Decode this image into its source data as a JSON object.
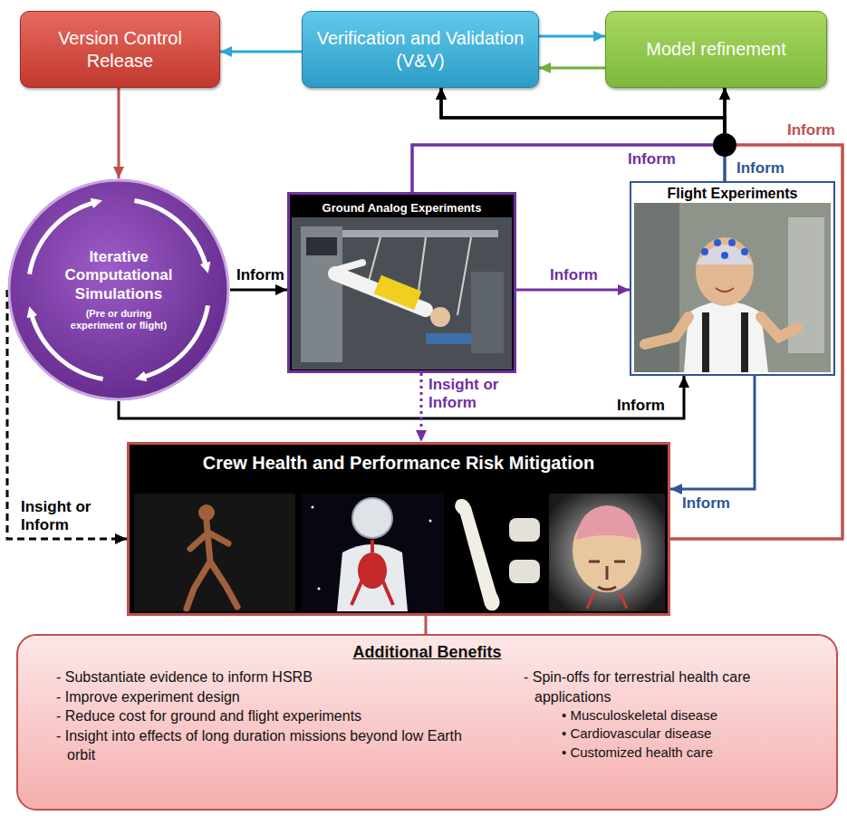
{
  "diagram": {
    "nodes": [
      {
        "text": [
          "Version Control Release"
        ]
      },
      {
        "text": [
          "Verification and Validation (V&V)"
        ]
      },
      {
        "text": [
          "Model refinement"
        ]
      },
      {
        "text": [
          "Iterative Computational Simulations",
          "(Pre or during experiment or flight)"
        ]
      },
      {
        "text": [
          "Ground Analog Experiments"
        ]
      },
      {
        "text": [
          "Flight Experiments"
        ]
      },
      {
        "text": [
          "Crew Health and Performance Risk Mitigation"
        ]
      },
      {
        "text": [
          "Additional Benefits",
          "- Substantiate evidence to inform HSRB",
          "- Improve experiment design",
          "- Reduce cost for ground and flight experiments",
          "- Insight into effects of long duration missions beyond low Earth orbit",
          "- Spin-offs for terrestrial health care applications",
          "• Musculoskeletal disease",
          "• Cardiovascular disease",
          "• Customized health care"
        ]
      }
    ],
    "edges": [
      {
        "from": 1,
        "to": 0,
        "arrow": "to"
      },
      {
        "from": 1,
        "to": 2,
        "arrow": "to"
      },
      {
        "from": 2,
        "to": 1,
        "arrow": "to"
      },
      {
        "from": 0,
        "to": 3,
        "arrow": "to"
      },
      {
        "from": 3,
        "to": 4,
        "label": "Inform",
        "arrow": "to"
      },
      {
        "from": 4,
        "to": 5,
        "label": "Inform",
        "arrow": "to"
      },
      {
        "from": 3,
        "to": 5,
        "label": "Inform",
        "arrow": "to"
      },
      {
        "from": 4,
        "to": 6,
        "label": "Insight or Inform",
        "arrow": "to"
      },
      {
        "from": 3,
        "to": 6,
        "label": "Insight or Inform",
        "arrow": "to"
      },
      {
        "from": 5,
        "to": 6,
        "label": "Inform",
        "arrow": "to"
      },
      {
        "from": 6,
        "to": 7,
        "arrow": "none"
      },
      {
        "from": 4,
        "to": 1,
        "label": "Inform",
        "arrow": "to"
      },
      {
        "from": 4,
        "to": 2,
        "arrow": "to"
      },
      {
        "from": 5,
        "to": 1,
        "label": "Inform",
        "arrow": "to"
      },
      {
        "from": 5,
        "to": 2,
        "arrow": "to"
      },
      {
        "from": 6,
        "to": 1,
        "label": "Inform",
        "arrow": "to"
      },
      {
        "from": 6,
        "to": 2,
        "arrow": "to"
      }
    ]
  }
}
